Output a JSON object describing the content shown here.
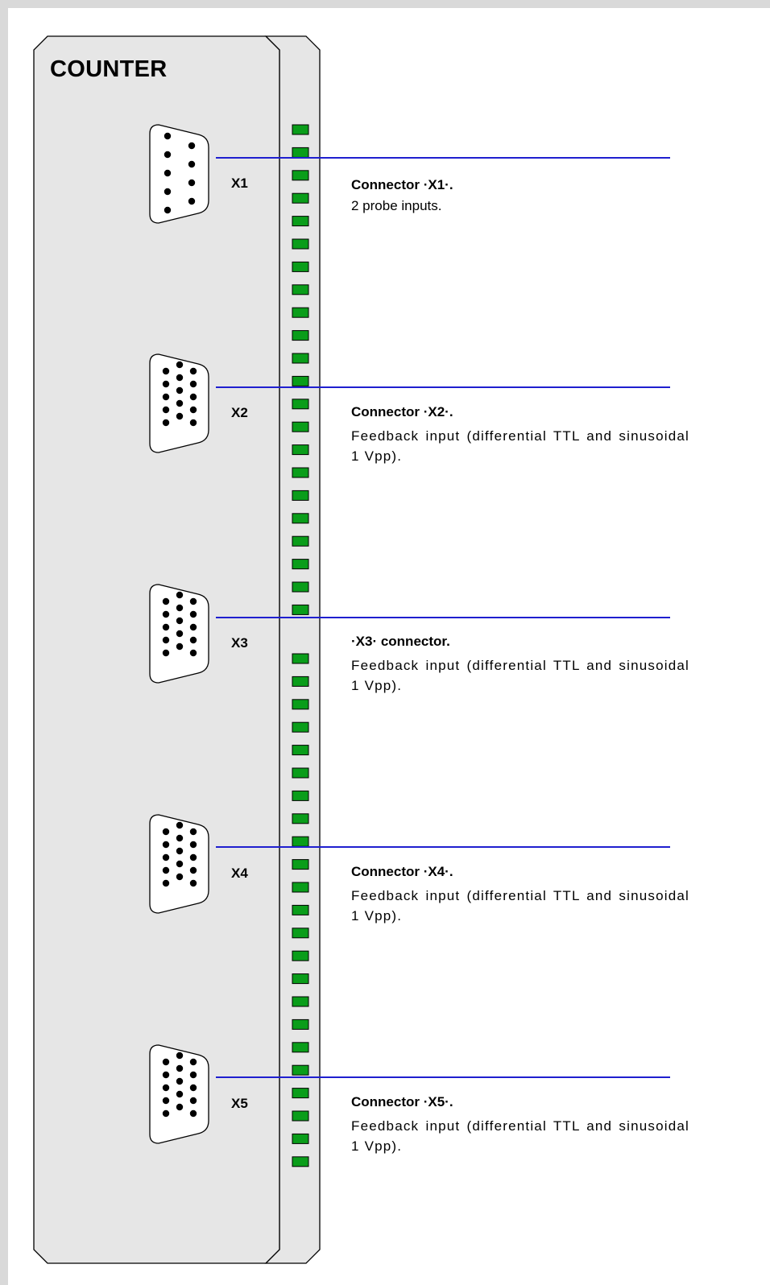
{
  "module": {
    "title": "COUNTER"
  },
  "connectors": [
    {
      "label": "X1",
      "title": "Connector ·X1·.",
      "description": "2 probe inputs.",
      "pins": 9
    },
    {
      "label": "X2",
      "title": "Connector ·X2·.",
      "description": "Feedback input (differential TTL and sinusoidal 1 Vpp).",
      "pins": 15
    },
    {
      "label": "X3",
      "title": "·X3· connector.",
      "description": "Feedback input (differential TTL and sinusoidal 1 Vpp).",
      "pins": 15
    },
    {
      "label": "X4",
      "title": "Connector ·X4·.",
      "description": "Feedback input (differential TTL and sinusoidal 1 Vpp).",
      "pins": 15
    },
    {
      "label": "X5",
      "title": "Connector ·X5·.",
      "description": "Feedback input (differential TTL and sinusoidal 1 Vpp).",
      "pins": 15
    }
  ],
  "colors": {
    "panel_fill": "#e6e6e6",
    "frame_border": "#d9d9d9",
    "led_fill": "#0a9d1a",
    "leader_line": "#1f1fcf"
  }
}
